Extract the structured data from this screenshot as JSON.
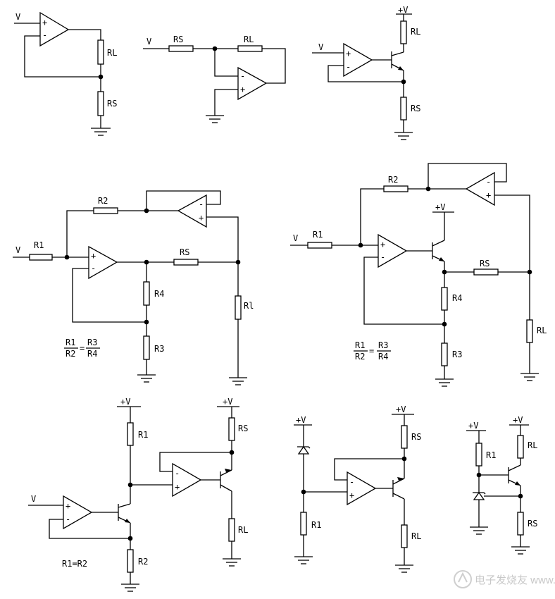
{
  "labels": {
    "v": "V",
    "rs": "RS",
    "rl": "RL",
    "rl_alt": "Rl",
    "r1": "R1",
    "r2": "R2",
    "r3": "R3",
    "r4": "R4",
    "plus_v": "+V",
    "plus": "+",
    "minus": "-"
  },
  "equations": {
    "ratio_left_num": "R1",
    "ratio_left_den": "R2",
    "ratio_right_num": "R3",
    "ratio_right_den": "R4",
    "r1_eq_r2": "R1=R2"
  },
  "watermark": "电子发烧友 www.elecfans.com"
}
